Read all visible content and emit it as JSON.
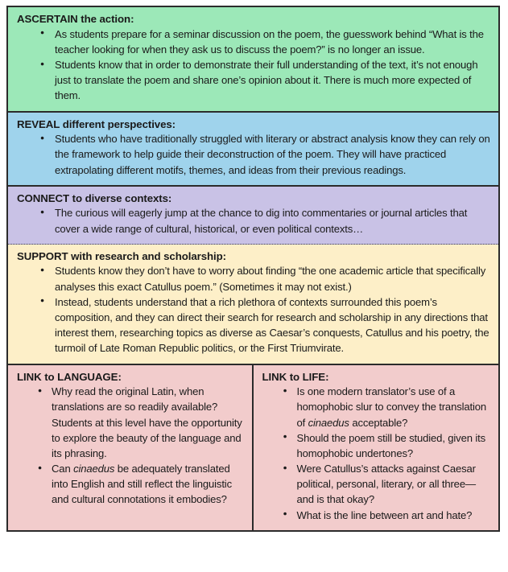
{
  "document": {
    "title": "ARCSL Framework Reflections Table",
    "colors": {
      "ascertain_bg": "#9CE8B8",
      "reveal_bg": "#9FD3EC",
      "connect_bg": "#C9C2E6",
      "support_bg": "#FDEFC8",
      "link_bg": "#F2CCCC",
      "border": "#2b2b2b",
      "text": "#1a1a1a"
    }
  },
  "sections": [
    {
      "id": "ascertain",
      "heading": "ASCERTAIN the action:",
      "bullets": [
        "As students prepare for a seminar discussion on the poem, the guesswork behind “What is the teacher looking for when they ask us to discuss the poem?” is no longer an issue.",
        "Students know that in order to demonstrate their full understanding of the text, it’s not enough just to translate the poem and share one’s opinion about it. There is much more expected of them."
      ]
    },
    {
      "id": "reveal",
      "heading": "REVEAL different perspectives:",
      "bullets": [
        "Students who have traditionally struggled with literary or abstract analysis know they can rely on the framework to help guide their deconstruction of the poem. They will have practiced extrapolating different motifs, themes, and ideas from their previous readings."
      ]
    },
    {
      "id": "connect",
      "heading": "CONNECT to diverse contexts:",
      "bullets": [
        "The curious will eagerly jump at the chance to dig into commentaries or journal articles that cover a wide range of cultural, historical, or even political contexts…"
      ]
    },
    {
      "id": "support",
      "heading": "SUPPORT with research and scholarship:",
      "bullets": [
        "Students know they don’t have to worry about finding “the one academic article that specifically analyses this exact Catullus poem.” (Sometimes it may not exist.)",
        "Instead, students understand that a rich plethora of contexts surrounded this poem’s composition, and they can direct their search for research and scholarship in any directions that interest them, researching topics as diverse as Caesar’s conquests, Catullus and his poetry, the turmoil of Late Roman Republic politics, or the First Triumvirate."
      ]
    }
  ],
  "link_columns": {
    "language": {
      "id": "link-language",
      "heading": "LINK to LANGUAGE:",
      "bullets": [
        {
          "parts": [
            {
              "text": "Why read the original Latin, when translations are so readily available? Students at this level have the opportunity to explore the beauty of the language and its phrasing.",
              "italic": false
            }
          ]
        },
        {
          "parts": [
            {
              "text": "Can ",
              "italic": false
            },
            {
              "text": "cinaedus",
              "italic": true
            },
            {
              "text": " be adequately translated into English and still reflect the linguistic and cultural connotations it embodies?",
              "italic": false
            }
          ]
        }
      ]
    },
    "life": {
      "id": "link-life",
      "heading": "LINK to LIFE:",
      "bullets": [
        {
          "parts": [
            {
              "text": "Is one modern translator’s use of a homophobic slur to convey the translation of ",
              "italic": false
            },
            {
              "text": "cinaedus",
              "italic": true
            },
            {
              "text": " acceptable?",
              "italic": false
            }
          ]
        },
        {
          "parts": [
            {
              "text": "Should the poem still be studied, given its homophobic undertones?",
              "italic": false
            }
          ]
        },
        {
          "parts": [
            {
              "text": "Were Catullus’s attacks against Caesar political, personal, literary, or all three—and is that okay?",
              "italic": false
            }
          ]
        },
        {
          "parts": [
            {
              "text": "What is the line between art and hate?",
              "italic": false
            }
          ]
        }
      ]
    }
  }
}
